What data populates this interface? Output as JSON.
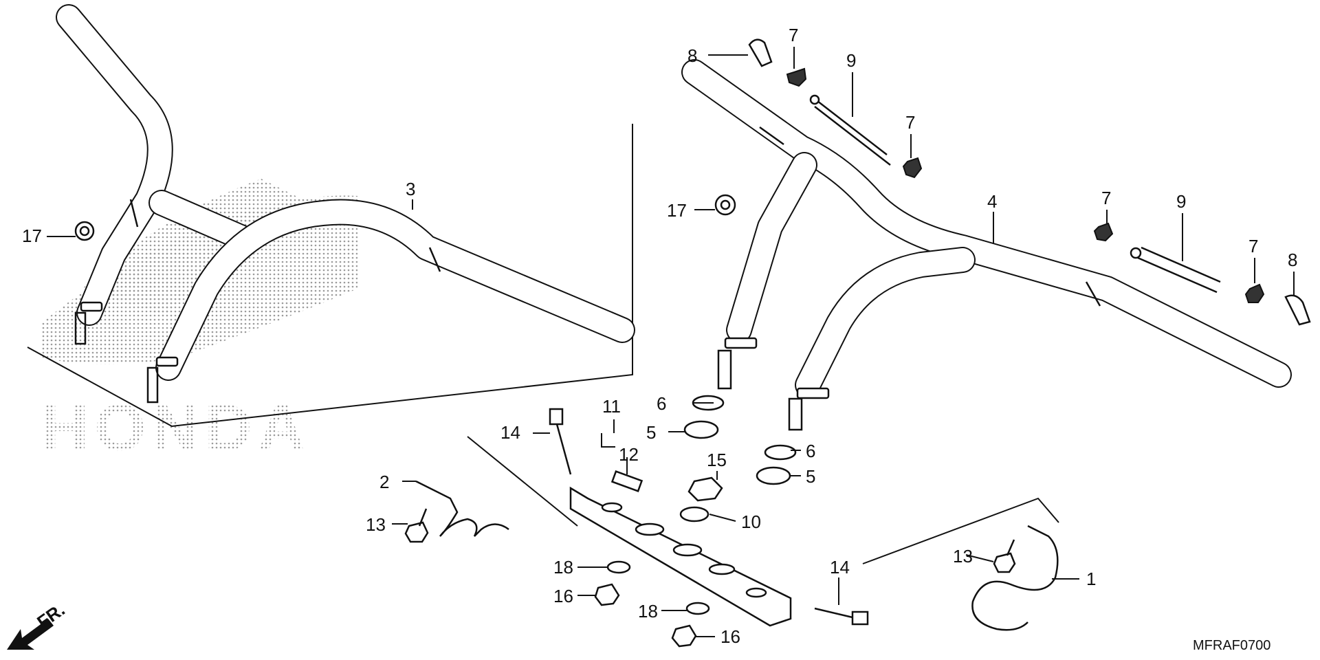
{
  "diagram": {
    "watermark": "HONDA",
    "direction_label": "FR.",
    "figure_code": "MFRAF0700",
    "callouts": [
      {
        "id": "c1",
        "label": "1"
      },
      {
        "id": "c2",
        "label": "2"
      },
      {
        "id": "c3",
        "label": "3"
      },
      {
        "id": "c4",
        "label": "4"
      },
      {
        "id": "c5a",
        "label": "5"
      },
      {
        "id": "c5b",
        "label": "5"
      },
      {
        "id": "c6a",
        "label": "6"
      },
      {
        "id": "c6b",
        "label": "6"
      },
      {
        "id": "c7a",
        "label": "7"
      },
      {
        "id": "c7b",
        "label": "7"
      },
      {
        "id": "c7c",
        "label": "7"
      },
      {
        "id": "c7d",
        "label": "7"
      },
      {
        "id": "c8a",
        "label": "8"
      },
      {
        "id": "c8b",
        "label": "8"
      },
      {
        "id": "c9a",
        "label": "9"
      },
      {
        "id": "c9b",
        "label": "9"
      },
      {
        "id": "c10",
        "label": "10"
      },
      {
        "id": "c11",
        "label": "11"
      },
      {
        "id": "c12",
        "label": "12"
      },
      {
        "id": "c13a",
        "label": "13"
      },
      {
        "id": "c13b",
        "label": "13"
      },
      {
        "id": "c14a",
        "label": "14"
      },
      {
        "id": "c14b",
        "label": "14"
      },
      {
        "id": "c15",
        "label": "15"
      },
      {
        "id": "c16a",
        "label": "16"
      },
      {
        "id": "c16b",
        "label": "16"
      },
      {
        "id": "c17a",
        "label": "17"
      },
      {
        "id": "c17b",
        "label": "17"
      },
      {
        "id": "c18a",
        "label": "18"
      },
      {
        "id": "c18b",
        "label": "18"
      }
    ]
  }
}
